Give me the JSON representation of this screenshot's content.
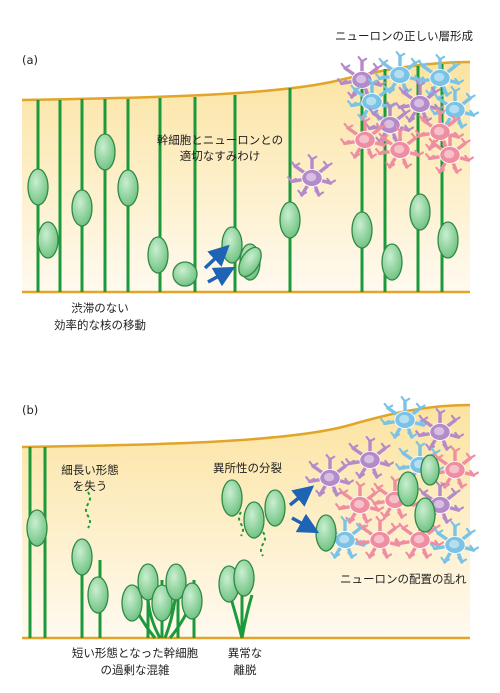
{
  "panel_a": {
    "label": "(a)",
    "title": "ニューロンの正しい層形成",
    "caption_center": [
      "幹細胞とニューロンとの",
      "適切なすみわけ"
    ],
    "caption_bottom": [
      "渋滞のない",
      "効率的な核の移動"
    ]
  },
  "panel_b": {
    "label": "(b)",
    "caption_left": [
      "細長い形態",
      "を失う"
    ],
    "caption_mid": "異所性の分裂",
    "caption_right": "ニューロンの配置の乱れ",
    "caption_bottom_left": [
      "短い形態となった幹細胞",
      "の過剰な混雑"
    ],
    "caption_bottom_mid": [
      "異常な",
      "離脱"
    ]
  },
  "colors": {
    "fiber": "#1a9a3a",
    "nucleus_fill": "#8fd49a",
    "nucleus_stroke": "#2f8a45",
    "boundary": "#e1a52a",
    "gradient_top": "#fbe3a0",
    "gradient_bottom": "#fffaf0",
    "arrow": "#1e63b4",
    "neuron_blue": "#7ac3e6",
    "neuron_purple": "#b48ac8",
    "neuron_pink": "#ee8ea0"
  }
}
